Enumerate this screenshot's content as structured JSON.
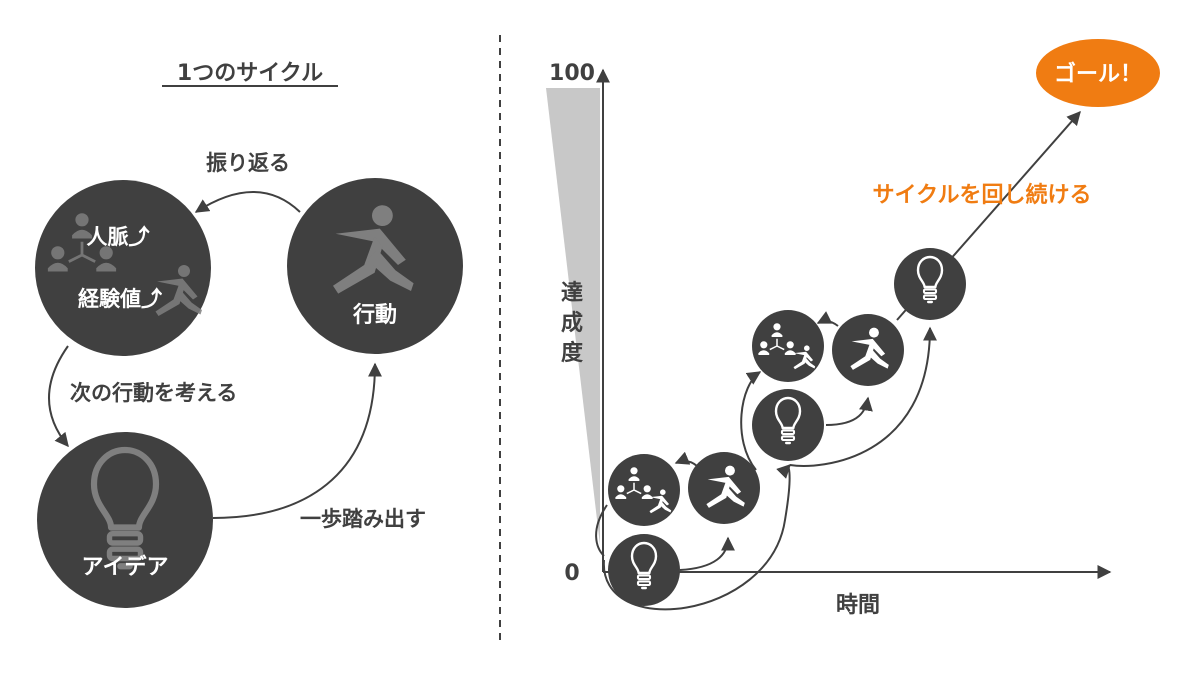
{
  "left": {
    "title": "1つのサイクル",
    "nodes": {
      "experience": {
        "line1": "人脈⤴",
        "line2": "経験値⤴"
      },
      "action": {
        "label": "行動"
      },
      "idea": {
        "label": "アイデア"
      }
    },
    "arrows": {
      "reflect": "振り返る",
      "think_next": "次の行動を考える",
      "step_out": "一歩踏み出す"
    }
  },
  "right": {
    "y_axis": {
      "label_chars": [
        "達",
        "成",
        "度"
      ],
      "tick_max": "100",
      "tick_min": "0"
    },
    "x_axis": {
      "label": "時間"
    },
    "goal": "ゴール！",
    "cycle_caption": "サイクルを回し続ける"
  },
  "colors": {
    "node_dark": "#404040",
    "accent_orange": "#f07c12",
    "icon_gray": "#7f7f7f",
    "wedge_gray": "#c8c8c8",
    "text": "#404040"
  },
  "icons": [
    "bulb-icon",
    "runner-icon",
    "network-icon"
  ]
}
